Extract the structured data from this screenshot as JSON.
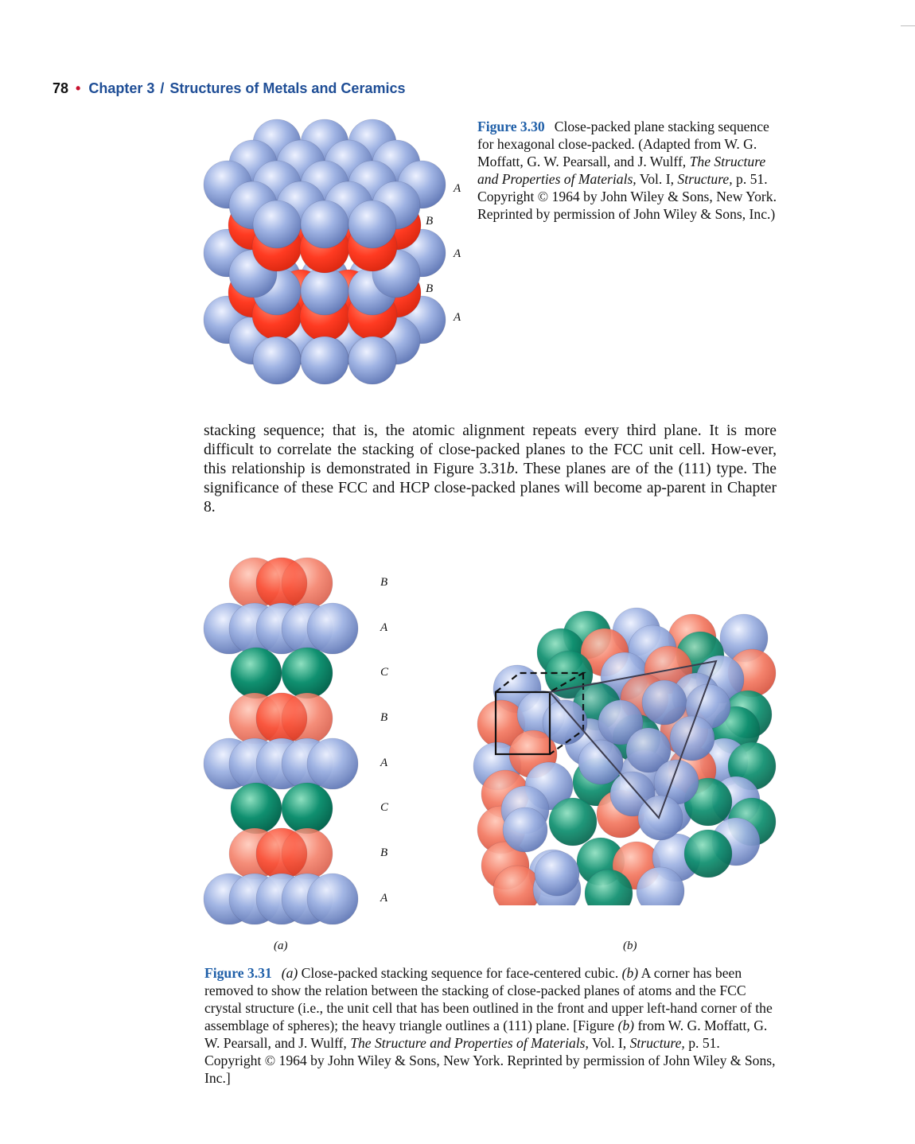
{
  "header": {
    "page_number": "78",
    "bullet": "•",
    "chapter": "Chapter 3",
    "separator": "/",
    "title": "Structures of Metals and Ceramics"
  },
  "figure_330": {
    "layer_labels": [
      "A",
      "B",
      "A",
      "B",
      "A"
    ],
    "caption": {
      "label": "Figure 3.30",
      "text_1": "Close-packed plane stacking sequence for hexagonal close-packed. (Adapted from W. G. Moffatt, G. W. Pearsall, and J. Wulff,",
      "book_title": "The Structure and Properties of Materials,",
      "text_2": "Vol. I,",
      "volume_title": "Structure,",
      "text_3": "p. 51. Copyright © 1964 by John Wiley & Sons, New York. Reprinted by permission of John Wiley & Sons, Inc.)"
    }
  },
  "body_text": {
    "part_1": "stacking sequence; that is, the atomic alignment repeats every third plane. It is more difficult to correlate the stacking of close-packed planes to the FCC unit cell. How-ever, this relationship is demonstrated in Figure 3.31",
    "fig_ref_letter": "b",
    "part_2": ". These planes are of the (111) type. The significance of these FCC and HCP close-packed planes will become ap-parent in Chapter 8."
  },
  "figure_331": {
    "layer_labels": [
      "B",
      "A",
      "C",
      "B",
      "A",
      "C",
      "B",
      "A"
    ],
    "sub_a": "(a)",
    "sub_b": "(b)",
    "caption": {
      "label": "Figure 3.31",
      "a_ref": "(a)",
      "text_1": "Close-packed stacking sequence for face-centered cubic.",
      "b_ref": "(b)",
      "text_2": "A corner has been removed to show the relation between the stacking of close-packed planes of atoms and the FCC crystal structure (i.e., the unit cell that has been outlined in the front and upper left-hand corner of the assemblage of spheres); the heavy triangle outlines a (111) plane. [Figure",
      "b_ref_2": "(b)",
      "text_3": "from W. G. Moffatt, G. W. Pearsall, and J. Wulff,",
      "book_title": "The Structure and Properties of Materials",
      "text_4": ", Vol. I,",
      "volume_title": "Structure,",
      "text_5": "p. 51. Copyright © 1964 by John Wiley & Sons, New York. Reprinted by permission of John Wiley & Sons, Inc.]"
    }
  },
  "colors": {
    "header_blue": "#1f4e96",
    "bullet_red": "#c8102e",
    "caption_label_blue": "#1f5fa8",
    "sphere_blue": "#8fa8dc",
    "sphere_red": "#ff3d2a",
    "sphere_salmon": "#f2765e",
    "sphere_green": "#0e8a66"
  }
}
